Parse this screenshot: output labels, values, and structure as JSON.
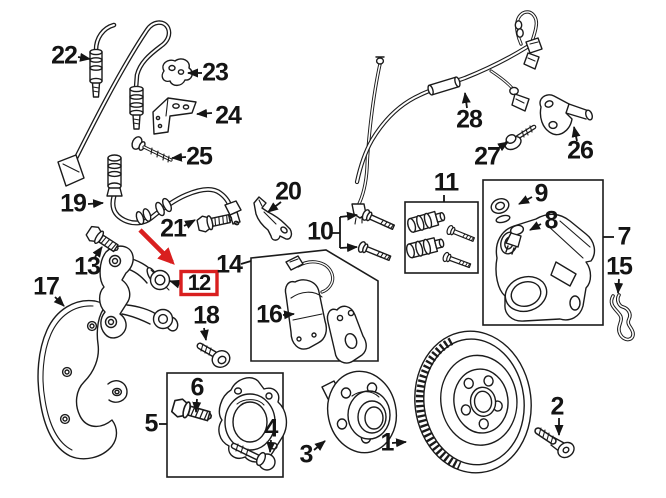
{
  "diagram_type": "exploded-parts-diagram",
  "subject": "front disc brake assembly",
  "colors": {
    "background": "#ffffff",
    "line": "#1b1b1b",
    "label": "#141414",
    "highlight": "#d91f1f"
  },
  "highlight": {
    "part_number": "12",
    "style": "red box around callout with red arrow"
  },
  "parts": [
    {
      "number": "1"
    },
    {
      "number": "2"
    },
    {
      "number": "3"
    },
    {
      "number": "4"
    },
    {
      "number": "5"
    },
    {
      "number": "6"
    },
    {
      "number": "7"
    },
    {
      "number": "8"
    },
    {
      "number": "9"
    },
    {
      "number": "10"
    },
    {
      "number": "11"
    },
    {
      "number": "12"
    },
    {
      "number": "13"
    },
    {
      "number": "14"
    },
    {
      "number": "15"
    },
    {
      "number": "16"
    },
    {
      "number": "17"
    },
    {
      "number": "18"
    },
    {
      "number": "19"
    },
    {
      "number": "20"
    },
    {
      "number": "21"
    },
    {
      "number": "22"
    },
    {
      "number": "23"
    },
    {
      "number": "24"
    },
    {
      "number": "25"
    },
    {
      "number": "26"
    },
    {
      "number": "27"
    },
    {
      "number": "28"
    }
  ]
}
